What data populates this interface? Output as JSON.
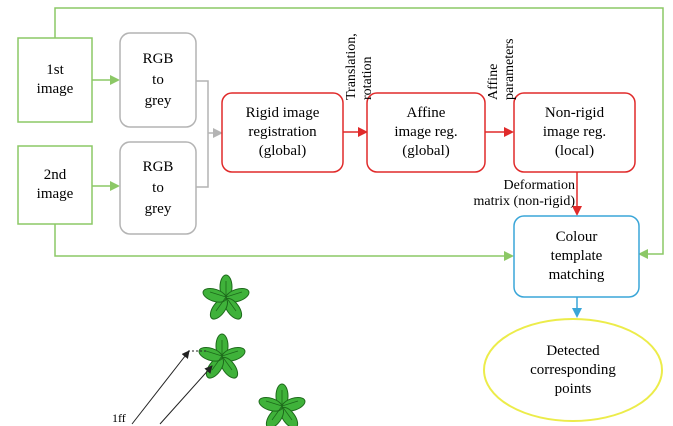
{
  "nodes": {
    "image1": "1st\nimage",
    "image2": "2nd\nimage",
    "rgb1": "RGB\nto\ngrey",
    "rgb2": "RGB\nto\ngrey",
    "rigid": "Rigid image\nregistration\n(global)",
    "affine": "Affine\nimage reg.\n(global)",
    "nonrigid": "Non-rigid\nimage reg.\n(local)",
    "colour": "Colour\ntemplate\nmatching",
    "detected": "Detected\ncorresponding\npoints"
  },
  "edge_labels": {
    "translation": "Translation,\nrotation",
    "affine_params": "Affine\nparameters",
    "deformation": "Deformation\nmatrix (non-rigid)"
  },
  "colors": {
    "green": "#8cc866",
    "grey": "#b4b4b4",
    "red": "#e02a2a",
    "blue": "#3aa6d8",
    "yellow": "#ecec4a",
    "plant": "#3fb23a"
  },
  "illustration": {
    "partial_label": "1ff"
  }
}
